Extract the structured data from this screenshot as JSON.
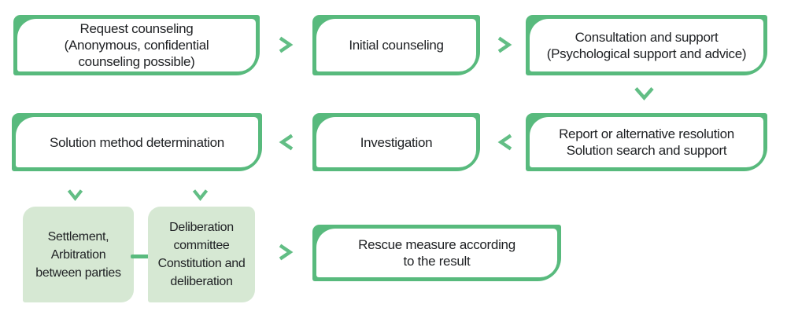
{
  "diagram": {
    "description": "Counseling process flowchart",
    "colors": {
      "box_border_green": "#58ba7d",
      "box_fill_light_green": "#d6e8d3",
      "arrow_green": "#62be85",
      "text": "#1e2023",
      "background": "#ffffff"
    },
    "boxes": [
      {
        "id": "request-counseling",
        "style": "outlined",
        "lines": [
          "Request counseling",
          "(Anonymous, confidential",
          "counseling possible)"
        ]
      },
      {
        "id": "initial-counseling",
        "style": "outlined",
        "lines": [
          "Initial counseling"
        ]
      },
      {
        "id": "consultation-support",
        "style": "outlined",
        "lines": [
          "Consultation and support",
          "(Psychological support and advice)"
        ]
      },
      {
        "id": "solution-method-determination",
        "style": "outlined",
        "lines": [
          "Solution method determination"
        ]
      },
      {
        "id": "investigation",
        "style": "outlined",
        "lines": [
          "Investigation"
        ]
      },
      {
        "id": "report-or-alternative-resolution",
        "style": "outlined",
        "lines": [
          "Report or alternative resolution",
          "Solution search and support"
        ]
      },
      {
        "id": "settlement-arbitration",
        "style": "filled",
        "lines": [
          "Settlement,",
          "Arbitration",
          "between parties"
        ]
      },
      {
        "id": "deliberation-committee",
        "style": "filled",
        "lines": [
          "Deliberation",
          "committee",
          "Constitution and",
          "deliberation"
        ]
      },
      {
        "id": "rescue-measure",
        "style": "outlined",
        "lines": [
          "Rescue measure according",
          "to the result"
        ]
      }
    ],
    "connectors": [
      {
        "type": "chevron-right",
        "from": "request-counseling",
        "to": "initial-counseling"
      },
      {
        "type": "chevron-right",
        "from": "initial-counseling",
        "to": "consultation-support"
      },
      {
        "type": "chevron-down",
        "from": "consultation-support",
        "to": "report-or-alternative-resolution"
      },
      {
        "type": "chevron-left",
        "from": "report-or-alternative-resolution",
        "to": "investigation"
      },
      {
        "type": "chevron-left",
        "from": "investigation",
        "to": "solution-method-determination"
      },
      {
        "type": "chevron-down",
        "from": "solution-method-determination",
        "to": "settlement-arbitration"
      },
      {
        "type": "chevron-down",
        "from": "solution-method-determination",
        "to": "deliberation-committee"
      },
      {
        "type": "dash-link",
        "from": "settlement-arbitration",
        "to": "deliberation-committee"
      },
      {
        "type": "chevron-right",
        "from": "deliberation-committee",
        "to": "rescue-measure"
      }
    ]
  }
}
